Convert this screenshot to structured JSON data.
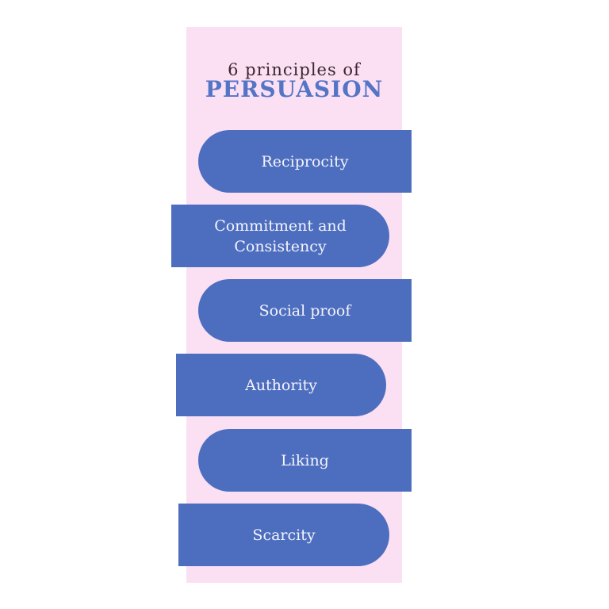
{
  "title": {
    "line1": "6 principles of",
    "line2": "PERSUASION"
  },
  "principles": [
    {
      "label_lines": [
        "Reciprocity"
      ]
    },
    {
      "label_lines": [
        "Commitment and",
        "Consistency"
      ]
    },
    {
      "label_lines": [
        "Social proof"
      ]
    },
    {
      "label_lines": [
        "Authority"
      ]
    },
    {
      "label_lines": [
        "Liking"
      ]
    },
    {
      "label_lines": [
        "Scarcity"
      ]
    }
  ],
  "colors": {
    "panel_background": "#fbe0f4",
    "pill_fill": "#4d6ebf",
    "pill_text": "#f4f4fb",
    "title_dark": "#3a2630",
    "title_accent": "#5474c6"
  }
}
